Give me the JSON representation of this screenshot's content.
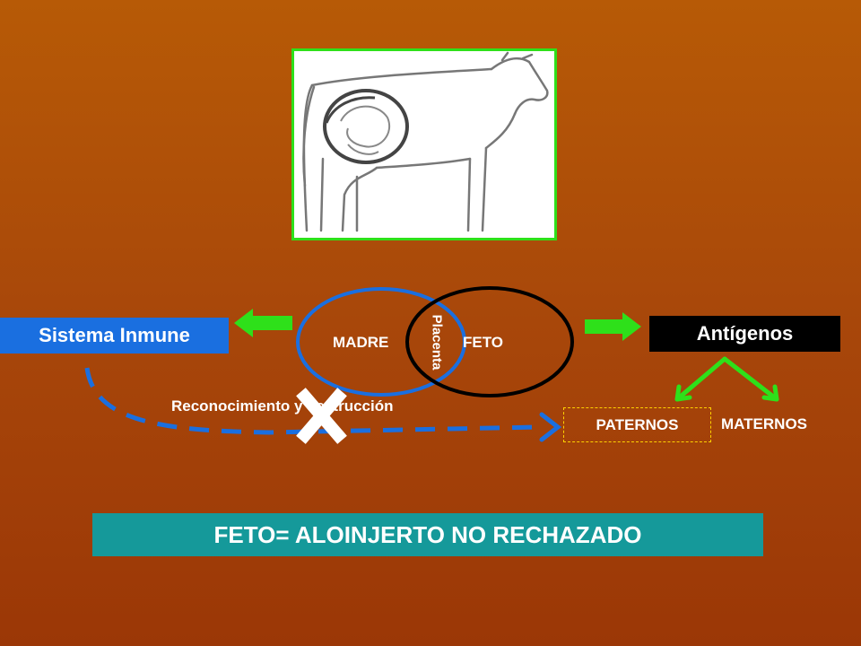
{
  "left_box": {
    "label": "Sistema Inmune"
  },
  "right_box": {
    "label": "Antígenos"
  },
  "venn": {
    "left_label": "MADRE",
    "right_label": "FETO",
    "overlap_label": "Placenta"
  },
  "blocked_path": {
    "label": "Reconocimiento y destrucción"
  },
  "branches": {
    "paternal": "PATERNOS",
    "maternal": "MATERNOS"
  },
  "banner": {
    "text": "FETO= ALOINJERTO NO RECHAZADO"
  },
  "colors": {
    "arrow_green": "#2ee01a",
    "inmune_blue": "#1a6fe0",
    "banner_teal": "#15999a",
    "cross_white": "#ffffff"
  },
  "icons": [
    "cow-illustration",
    "left-arrow-icon",
    "right-arrow-icon",
    "cross-icon"
  ]
}
